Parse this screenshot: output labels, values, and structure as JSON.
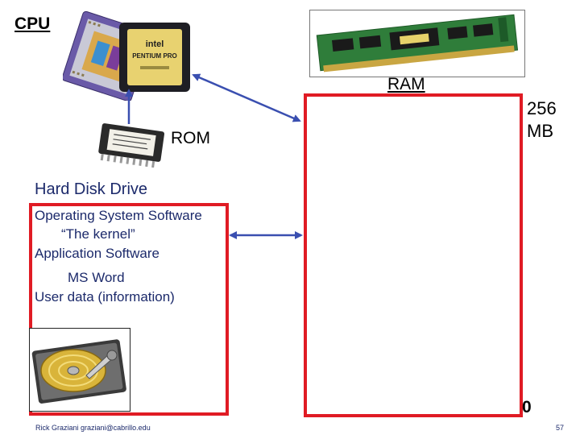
{
  "labels": {
    "cpu": "CPU",
    "ram": "RAM",
    "ram_size_line1": "256",
    "ram_size_line2": "MB",
    "rom": "ROM",
    "hard_disk_drive": "Hard Disk Drive",
    "zero": "0"
  },
  "cpu_chip": {
    "brand": "intel",
    "model": "PENTIUM PRO"
  },
  "hdd_contents": [
    "Operating System Software",
    "“The kernel”",
    "Application Software",
    "MS Word",
    "User data (information)"
  ],
  "footer": {
    "author": "Rick Graziani  graziani@cabrillo.edu",
    "page_number": "57"
  },
  "colors": {
    "box_border": "#e01b24",
    "arrow": "#3a4fb0",
    "hdd_text": "#1c2a6b"
  }
}
